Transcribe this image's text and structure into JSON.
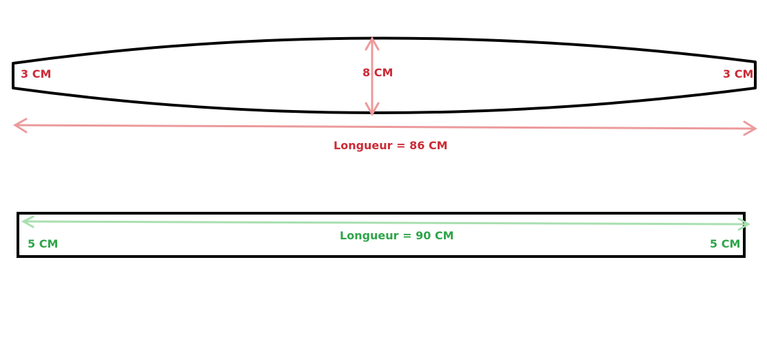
{
  "colors": {
    "outline": "#000000",
    "red": "#cc2b36",
    "red_arrow": "#ec9a9c",
    "green": "#2ea54a",
    "green_arrow": "#a9dfb0"
  },
  "top_shape": {
    "left_width": "3 CM",
    "right_width": "3 CM",
    "center_width": "8 CM",
    "length": "Longueur = 86 CM"
  },
  "bottom_shape": {
    "left_width": "5 CM",
    "right_width": "5 CM",
    "length": "Longueur = 90 CM"
  }
}
